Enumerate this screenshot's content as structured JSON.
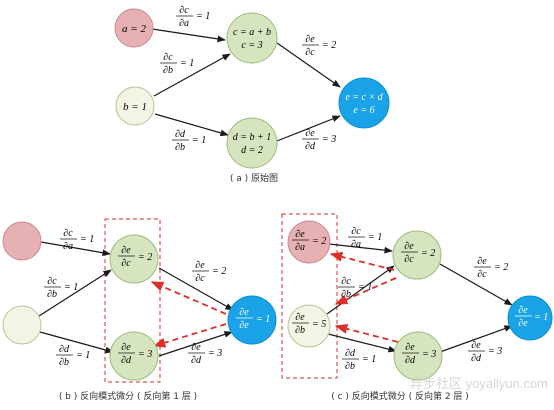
{
  "colors": {
    "pink": "#e7b1b3",
    "pink_stroke": "#c98a8c",
    "green": "#d6e5bf",
    "green_stroke": "#9dbb7c",
    "cream": "#f3f5e4",
    "cream_stroke": "#b9c29a",
    "blue": "#1aa3e6",
    "blue_stroke": "#0f8fcf",
    "red_dash": "#d9302c",
    "arrow": "#1a1a1a"
  },
  "top": {
    "node_a": "a = 2",
    "node_b": "b = 1",
    "node_c_line1": "c = a + b",
    "node_c_line2": "c = 3",
    "node_d_line1": "d = b + 1",
    "node_d_line2": "d = 2",
    "node_e_line1": "e = c × d",
    "node_e_line2": "e = 6",
    "edge_ac_num": "∂c",
    "edge_ac_den": "∂a",
    "edge_ac_val": "= 1",
    "edge_bc_num": "∂c",
    "edge_bc_den": "∂b",
    "edge_bc_val": "= 1",
    "edge_bd_num": "∂d",
    "edge_bd_den": "∂b",
    "edge_bd_val": "= 1",
    "edge_ce_num": "∂e",
    "edge_ce_den": "∂c",
    "edge_ce_val": "= 2",
    "edge_de_num": "∂e",
    "edge_de_den": "∂d",
    "edge_de_val": "= 3",
    "caption": "( a )  原始图"
  },
  "left": {
    "edge_ac_num": "∂c",
    "edge_ac_den": "∂a",
    "edge_ac_val": "= 1",
    "edge_bc_num": "∂c",
    "edge_bc_den": "∂b",
    "edge_bc_val": "= 1",
    "edge_bd_num": "∂d",
    "edge_bd_den": "∂b",
    "edge_bd_val": "= 1",
    "edge_ce_num": "∂e",
    "edge_ce_den": "∂c",
    "edge_ce_val": "= 2",
    "edge_de_num": "∂e",
    "edge_de_den": "∂d",
    "edge_de_val": "= 3",
    "node_c_num": "∂e",
    "node_c_den": "∂c",
    "node_c_val": "= 2",
    "node_d_num": "∂e",
    "node_d_den": "∂d",
    "node_d_val": "= 3",
    "node_e_num": "∂e",
    "node_e_den": "∂e",
    "node_e_val": "= 1",
    "caption": "( b )  反向模式微分 ( 反向第 1 层 )"
  },
  "right": {
    "edge_ac_num": "∂c",
    "edge_ac_den": "∂a",
    "edge_ac_val": "= 1",
    "edge_bc_num": "∂c",
    "edge_bc_den": "∂b",
    "edge_bc_val": "= 1",
    "edge_bd_num": "∂d",
    "edge_bd_den": "∂b",
    "edge_bd_val": "= 1",
    "edge_ce_num": "∂e",
    "edge_ce_den": "∂c",
    "edge_ce_val": "= 2",
    "edge_de_num": "∂e",
    "edge_de_den": "∂d",
    "edge_de_val": "= 3",
    "node_a_num": "∂e",
    "node_a_den": "∂a",
    "node_a_val": "= 2",
    "node_b_num": "∂e",
    "node_b_den": "∂b",
    "node_b_val": "= 5",
    "node_c_num": "∂e",
    "node_c_den": "∂c",
    "node_c_val": "= 2",
    "node_d_num": "∂e",
    "node_d_den": "∂d",
    "node_d_val": "= 3",
    "node_e_num": "∂e",
    "node_e_den": "∂e",
    "node_e_val": "= 1",
    "caption": "( c )  反向模式微分 ( 反向第 2 层 )"
  },
  "watermark": "异步社区 yoyallyun.com"
}
